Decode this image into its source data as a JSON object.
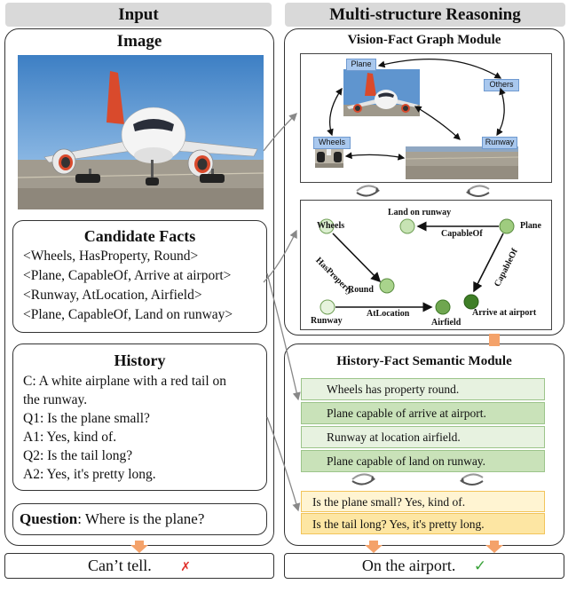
{
  "headers": {
    "input": "Input",
    "reasoning": "Multi-structure Reasoning"
  },
  "image_section": {
    "title": "Image"
  },
  "candidate_facts": {
    "title": "Candidate Facts",
    "facts": [
      "<Wheels, HasProperty, Round>",
      "<Plane, CapableOf, Arrive at airport>",
      "<Runway, AtLocation, Airfield>",
      "<Plane, CapableOf, Land on runway>"
    ]
  },
  "history": {
    "title": "History",
    "lines": [
      "C: A white airplane with a red tail on",
      "the runway.",
      "Q1: Is the plane small?",
      "A1: Yes, kind of.",
      "Q2: Is the tail long?",
      "A2: Yes, it's pretty long."
    ]
  },
  "question": {
    "label": "Question",
    "text": ": Where is the plane?"
  },
  "vision_module": {
    "title": "Vision-Fact Graph Module",
    "tags": {
      "plane": "Plane",
      "others": "Others",
      "wheels": "Wheels",
      "runway": "Runway"
    }
  },
  "fact_graph": {
    "nodes": {
      "wheels": "Wheels",
      "land": "Land on runway",
      "plane": "Plane",
      "round": "Round",
      "runway": "Runway",
      "airfield": "Airfield",
      "arrive": "Arrive at airport"
    },
    "edges": {
      "capableof_top": "CapableOf",
      "hasproperty": "HasProperty",
      "capableof_right": "CapableOf",
      "atlocation": "AtLocation"
    }
  },
  "semantic_module": {
    "title": "History-Fact Semantic Module",
    "facts": [
      "Wheels has property round.",
      "Plane capable of arrive at airport.",
      "Runway at location airfield.",
      "Plane capable of land on runway."
    ],
    "history": [
      "Is the plane small?  Yes, kind of.",
      "Is the tail long?  Yes, it's pretty long."
    ]
  },
  "outputs": {
    "left": "Can’t tell.",
    "right": "On the airport.",
    "wrong_mark": "✗",
    "right_mark": "✓"
  },
  "colors": {
    "node_light": "#dcefd0",
    "node_mid": "#9fcc7f",
    "node_dark": "#4f8f34",
    "orange_arrow": "#f4a26a",
    "tag_blue": "#a9c8ee"
  }
}
